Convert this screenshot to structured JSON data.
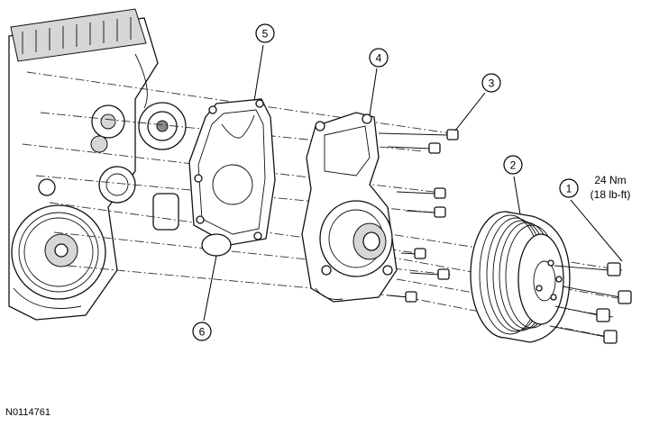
{
  "callouts": [
    {
      "id": "c1",
      "label": "1"
    },
    {
      "id": "c2",
      "label": "2"
    },
    {
      "id": "c3",
      "label": "3"
    },
    {
      "id": "c4",
      "label": "4"
    },
    {
      "id": "c5",
      "label": "5"
    },
    {
      "id": "c6",
      "label": "6"
    }
  ],
  "torque_spec": {
    "line1": "24 Nm",
    "line2": "(18 lb-ft)"
  },
  "figure_id": "N0114761"
}
